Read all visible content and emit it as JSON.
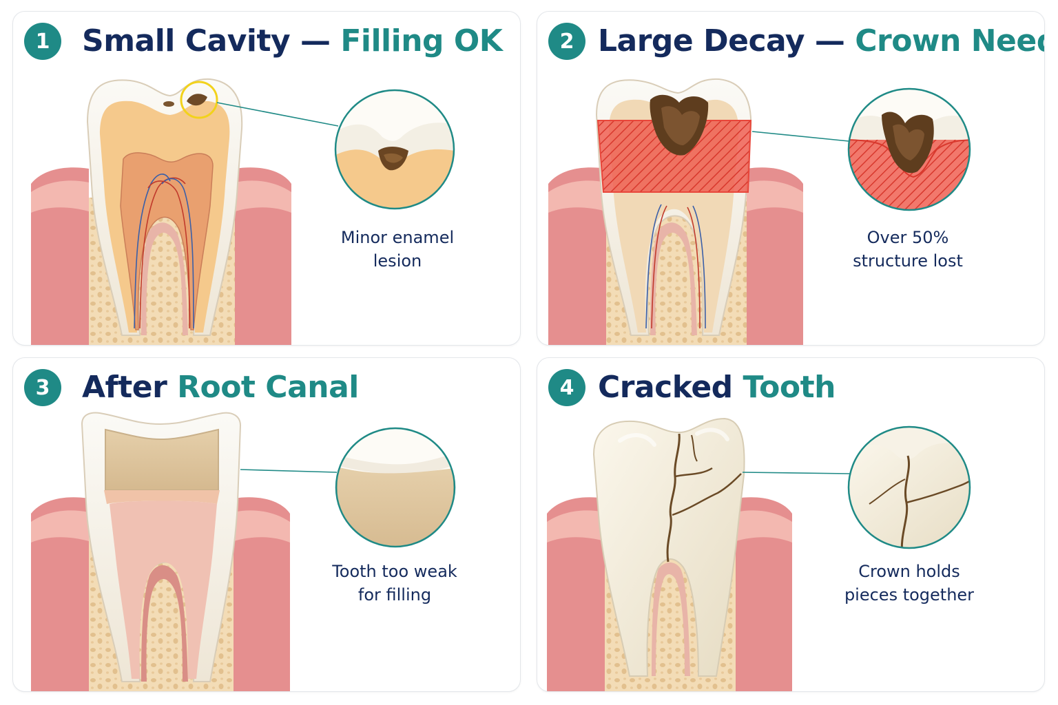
{
  "panels": [
    {
      "number": "1",
      "title_main": "Small Cavity",
      "title_sep": " — ",
      "title_accent": "Filling OK",
      "caption_lines": [
        "Minor enamel",
        "lesion"
      ]
    },
    {
      "number": "2",
      "title_main": "Large Decay",
      "title_sep": " — ",
      "title_accent": "Crown Needed",
      "caption_lines": [
        "Over 50%",
        "structure lost"
      ]
    },
    {
      "number": "3",
      "title_main": "After ",
      "title_sep": "",
      "title_accent": "Root Canal",
      "caption_lines": [
        "Tooth too weak",
        "for filling"
      ]
    },
    {
      "number": "4",
      "title_main": "Cracked ",
      "title_sep": "",
      "title_accent": "Tooth",
      "caption_lines": [
        "Crown holds",
        "pieces together"
      ]
    }
  ],
  "colors": {
    "accent": "#1f8a86",
    "title_dark": "#142a5c",
    "decay_highlight": "#e8463a",
    "cavity_marker": "#f2d21b"
  }
}
